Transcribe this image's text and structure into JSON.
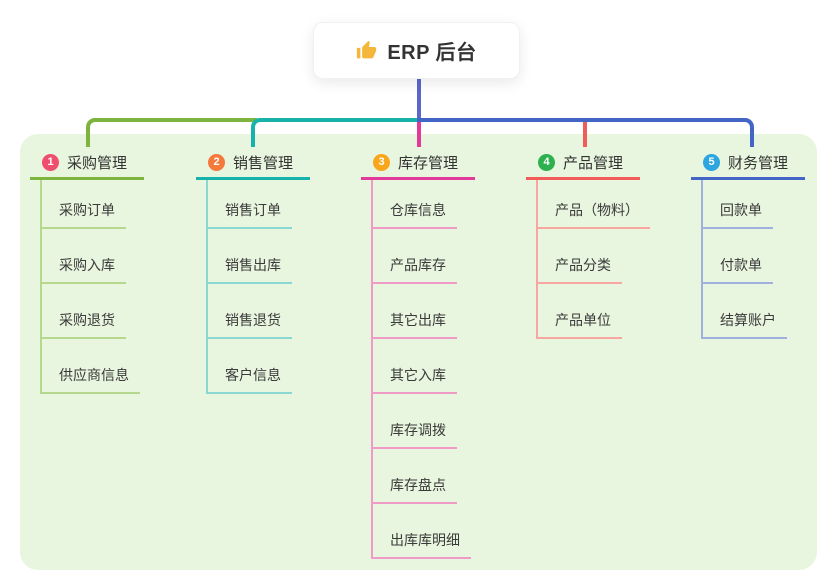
{
  "root": {
    "icon": "thumbs-up",
    "title": "ERP 后台",
    "trunk_color": "#5a68cd",
    "icon_color": "#f4b73b"
  },
  "background_color": "#e8f5df",
  "branches": [
    {
      "number": "1",
      "label": "采购管理",
      "badge_color": "#ef4f6e",
      "line_color": "#7cb43e",
      "child_line_color": "#b5d88c",
      "children": [
        "采购订单",
        "采购入库",
        "采购退货",
        "供应商信息"
      ]
    },
    {
      "number": "2",
      "label": "销售管理",
      "badge_color": "#f5793b",
      "line_color": "#17b3ab",
      "child_line_color": "#8bd8d2",
      "children": [
        "销售订单",
        "销售出库",
        "销售退货",
        "客户信息"
      ]
    },
    {
      "number": "3",
      "label": "库存管理",
      "badge_color": "#f9a61a",
      "line_color": "#e23a9b",
      "child_line_color": "#f09ac7",
      "children": [
        "仓库信息",
        "产品库存",
        "其它出库",
        "其它入库",
        "库存调拨",
        "库存盘点",
        "出库库明细"
      ]
    },
    {
      "number": "4",
      "label": "产品管理",
      "badge_color": "#2cb14e",
      "line_color": "#f15b58",
      "child_line_color": "#f8a6a0",
      "children": [
        "产品（物料）",
        "产品分类",
        "产品单位"
      ]
    },
    {
      "number": "5",
      "label": "财务管理",
      "badge_color": "#2ba6e0",
      "line_color": "#4365c6",
      "child_line_color": "#9fb0de",
      "children": [
        "回款单",
        "付款单",
        "结算账户"
      ]
    }
  ]
}
